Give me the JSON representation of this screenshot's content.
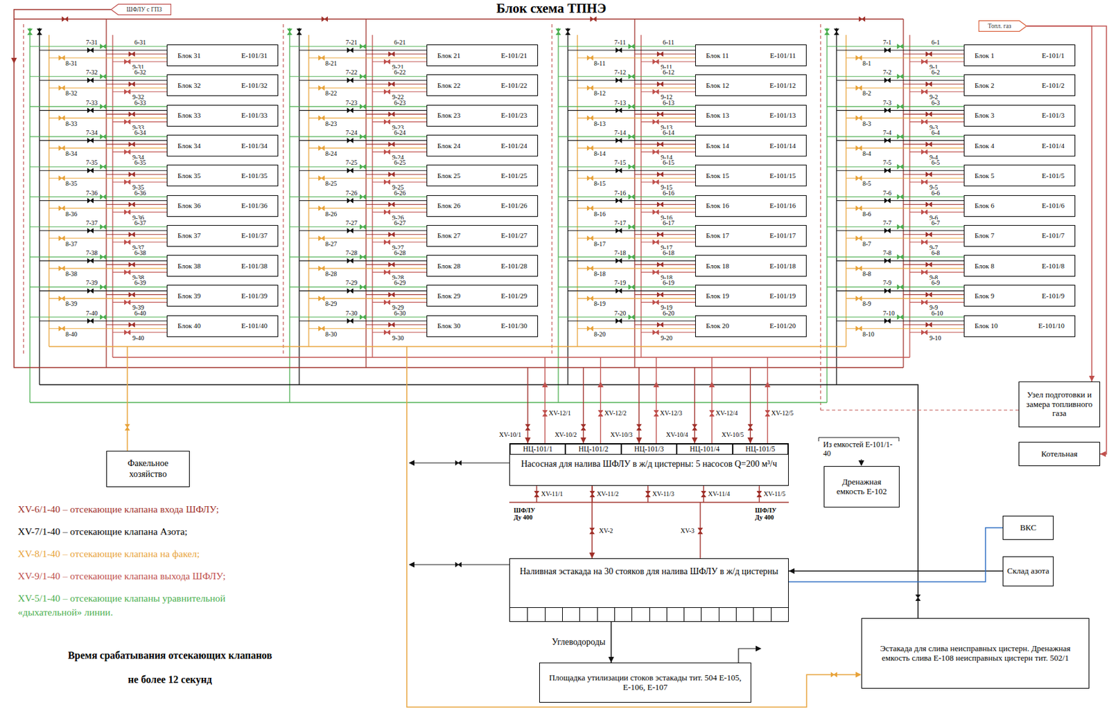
{
  "diagram": {
    "title": "Блок схема ТПНЭ",
    "nodes": [
      {
        "text": [
          "ШФЛУ с ГПЗ"
        ]
      },
      {
        "text": [
          "Топл. газ"
        ]
      },
      {
        "text": [
          "Блок 31",
          "Е-101/31"
        ]
      },
      {
        "text": [
          "Блок 32",
          "Е-101/32"
        ]
      },
      {
        "text": [
          "Блок 33",
          "Е-101/33"
        ]
      },
      {
        "text": [
          "Блок 34",
          "Е-101/34"
        ]
      },
      {
        "text": [
          "Блок 35",
          "Е-101/35"
        ]
      },
      {
        "text": [
          "Блок 36",
          "Е-101/36"
        ]
      },
      {
        "text": [
          "Блок 37",
          "Е-101/37"
        ]
      },
      {
        "text": [
          "Блок 38",
          "Е-101/38"
        ]
      },
      {
        "text": [
          "Блок 39",
          "Е-101/39"
        ]
      },
      {
        "text": [
          "Блок 40",
          "Е-101/40"
        ]
      },
      {
        "text": [
          "Блок 21",
          "Е-101/21"
        ]
      },
      {
        "text": [
          "Блок 22",
          "Е-101/22"
        ]
      },
      {
        "text": [
          "Блок 23",
          "Е-101/23"
        ]
      },
      {
        "text": [
          "Блок 24",
          "Е-101/24"
        ]
      },
      {
        "text": [
          "Блок 25",
          "Е-101/25"
        ]
      },
      {
        "text": [
          "Блок 26",
          "Е-101/26"
        ]
      },
      {
        "text": [
          "Блок 27",
          "Е-101/27"
        ]
      },
      {
        "text": [
          "Блок 28",
          "Е-101/28"
        ]
      },
      {
        "text": [
          "Блок 29",
          "Е-101/29"
        ]
      },
      {
        "text": [
          "Блок 30",
          "Е-101/30"
        ]
      },
      {
        "text": [
          "Блок 11",
          "Е-101/11"
        ]
      },
      {
        "text": [
          "Блок 12",
          "Е-101/12"
        ]
      },
      {
        "text": [
          "Блок 13",
          "Е-101/13"
        ]
      },
      {
        "text": [
          "Блок 14",
          "Е-101/14"
        ]
      },
      {
        "text": [
          "Блок 15",
          "Е-101/15"
        ]
      },
      {
        "text": [
          "Блок 16",
          "Е-101/16"
        ]
      },
      {
        "text": [
          "Блок 17",
          "Е-101/17"
        ]
      },
      {
        "text": [
          "Блок 18",
          "Е-101/18"
        ]
      },
      {
        "text": [
          "Блок 19",
          "Е-101/19"
        ]
      },
      {
        "text": [
          "Блок 20",
          "Е-101/20"
        ]
      },
      {
        "text": [
          "Блок 1",
          "Е-101/1"
        ]
      },
      {
        "text": [
          "Блок 2",
          "Е-101/2"
        ]
      },
      {
        "text": [
          "Блок 3",
          "Е-101/3"
        ]
      },
      {
        "text": [
          "Блок 4",
          "Е-101/4"
        ]
      },
      {
        "text": [
          "Блок 5",
          "Е-101/5"
        ]
      },
      {
        "text": [
          "Блок 6",
          "Е-101/6"
        ]
      },
      {
        "text": [
          "Блок 7",
          "Е-101/7"
        ]
      },
      {
        "text": [
          "Блок 8",
          "Е-101/8"
        ]
      },
      {
        "text": [
          "Блок 9",
          "Е-101/9"
        ]
      },
      {
        "text": [
          "Блок 10",
          "Е-101/10"
        ]
      },
      {
        "text": [
          "Узел подготовки и замера топливного газа"
        ]
      },
      {
        "text": [
          "Факельное хозяйство"
        ]
      },
      {
        "text": [
          "Котельная"
        ]
      },
      {
        "text": [
          "Насосная для налива ШФЛУ в ж/д цистерны: 5 насосов Q=200 м³/ч"
        ]
      },
      {
        "text": [
          "НЦ-101/1"
        ],
        "in": 45
      },
      {
        "text": [
          "НЦ-101/2"
        ],
        "in": 45
      },
      {
        "text": [
          "НЦ-101/3"
        ],
        "in": 45
      },
      {
        "text": [
          "НЦ-101/4"
        ],
        "in": 45
      },
      {
        "text": [
          "НЦ-101/5"
        ],
        "in": 45
      },
      {
        "text": [
          "Дренажная емкость Е-102"
        ]
      },
      {
        "text": [
          "ВКС"
        ]
      },
      {
        "text": [
          "Наливная эстакада на 30 стояков для налива ШФЛУ в ж/д цистерны"
        ]
      },
      {
        "text": [
          "Склад азота"
        ]
      },
      {
        "text": [
          "Площадка утилизации стоков эстакады тит. 504 Е-105, Е-106, Е-107"
        ]
      },
      {
        "text": [
          "Эстакада для слива неисправных цистерн. Дренажная емкость слива Е-108 неисправных цистерн тит. 502/1"
        ]
      }
    ],
    "edges": [
      {
        "from": 1,
        "to": 42,
        "arrow": "to"
      },
      {
        "from": 1,
        "to": 44,
        "arrow": "to"
      },
      {
        "from": 45,
        "to": 53,
        "arrow": "to"
      },
      {
        "from": 54,
        "to": 53,
        "arrow": "to"
      },
      {
        "from": 52,
        "to": 53,
        "arrow": "none"
      },
      {
        "from": 53,
        "to": 55,
        "label": "Углеводороды",
        "arrow": "to"
      }
    ],
    "labels": [
      "7-31",
      "6-31",
      "9-31",
      "8-31",
      "7-32",
      "6-32",
      "9-32",
      "8-32",
      "7-33",
      "6-33",
      "9-33",
      "8-33",
      "7-34",
      "6-34",
      "9-34",
      "8-34",
      "7-35",
      "6-35",
      "9-35",
      "8-35",
      "7-36",
      "6-36",
      "9-36",
      "8-36",
      "7-37",
      "6-37",
      "9-37",
      "8-37",
      "7-38",
      "6-38",
      "9-38",
      "8-38",
      "7-39",
      "6-39",
      "9-39",
      "8-39",
      "7-40",
      "6-40",
      "9-40",
      "8-40",
      "7-21",
      "6-21",
      "9-21",
      "8-21",
      "7-22",
      "6-22",
      "9-22",
      "8-22",
      "7-23",
      "6-23",
      "9-23",
      "8-23",
      "7-24",
      "6-24",
      "9-24",
      "8-24",
      "7-25",
      "6-25",
      "9-25",
      "8-25",
      "7-26",
      "6-26",
      "9-26",
      "8-26",
      "7-27",
      "6-27",
      "9-27",
      "8-27",
      "7-28",
      "6-28",
      "9-28",
      "8-28",
      "7-29",
      "6-29",
      "9-29",
      "8-29",
      "7-30",
      "6-30",
      "9-30",
      "8-30",
      "7-11",
      "6-11",
      "9-11",
      "8-11",
      "7-12",
      "6-12",
      "9-12",
      "8-12",
      "7-13",
      "6-13",
      "9-13",
      "8-13",
      "7-14",
      "6-14",
      "9-14",
      "8-14",
      "7-15",
      "6-15",
      "9-15",
      "8-15",
      "7-16",
      "6-16",
      "9-16",
      "8-16",
      "7-17",
      "6-17",
      "9-17",
      "8-17",
      "7-18",
      "6-18",
      "9-18",
      "8-18",
      "7-19",
      "6-19",
      "9-19",
      "8-19",
      "7-20",
      "6-20",
      "9-20",
      "8-20",
      "7-1",
      "6-1",
      "9-1",
      "8-1",
      "7-2",
      "6-2",
      "9-2",
      "8-2",
      "7-3",
      "6-3",
      "9-3",
      "8-3",
      "7-4",
      "6-4",
      "9-4",
      "8-4",
      "7-5",
      "6-5",
      "9-5",
      "8-5",
      "7-6",
      "6-6",
      "9-6",
      "8-6",
      "7-7",
      "6-7",
      "9-7",
      "8-7",
      "7-8",
      "6-8",
      "9-8",
      "8-8",
      "7-9",
      "6-9",
      "9-9",
      "8-9",
      "7-10",
      "6-10",
      "9-10",
      "8-10",
      "XV-10/1",
      "XV-12/1",
      "XV-10/2",
      "XV-12/2",
      "XV-10/3",
      "XV-12/3",
      "XV-10/4",
      "XV-12/4",
      "XV-10/5",
      "XV-12/5",
      "XV-11/1",
      "XV-11/2",
      "XV-11/3",
      "XV-11/4",
      "XV-11/5",
      "ШФЛУ Ду 400",
      "XV-2",
      "XV-3",
      "ШФЛУ Ду 400",
      "Из емкостей Е-101/1-40",
      "Время срабатывания отсекающих клапанов не более 12 секунд"
    ],
    "legend": [
      {
        "text": "XV-6/1-40 – отсекающие клапана входа ШФЛУ;",
        "color": "#a0302a"
      },
      {
        "text": "XV-7/1-40 – отсекающие клапана Азота;",
        "color": "#000000"
      },
      {
        "text": "XV-8/1-40 – отсекающие клапана на факел;",
        "color": "#e8a33a"
      },
      {
        "text": "XV-9/1-40 – отсекающие клапана выхода ШФЛУ;",
        "color": "#c0504d"
      },
      {
        "text": "XV-5/1-40 – отсекающие клапаны уравнительной «дыхательной» линии.",
        "color": "#4caf50"
      }
    ]
  }
}
